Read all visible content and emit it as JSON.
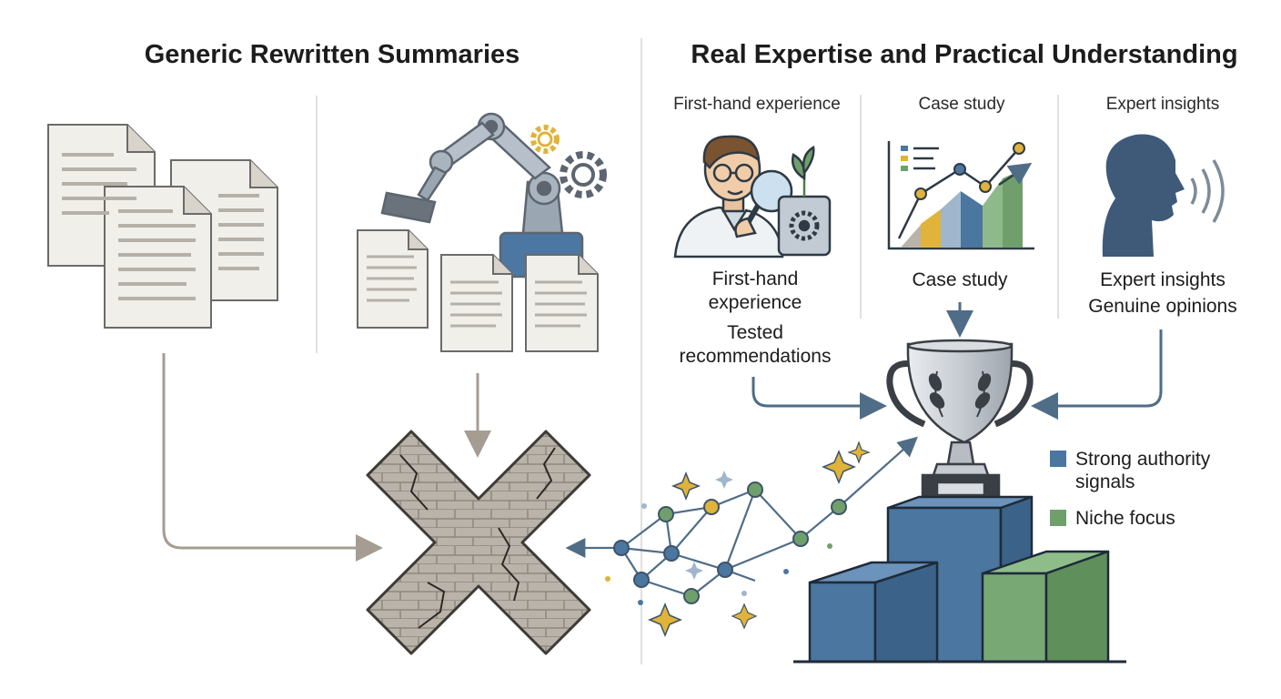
{
  "left": {
    "title": "Generic Rewritten Summaries"
  },
  "right": {
    "title": "Real Expertise and Practical Understanding",
    "columns": [
      {
        "header": "First-hand experience",
        "caption_1": "First-hand experience",
        "caption_2": "Tested recommendations"
      },
      {
        "header": "Case study",
        "caption_1": "Case study"
      },
      {
        "header": "Expert insights",
        "caption_1": "Expert insights",
        "caption_2": "Genuine opinions"
      }
    ]
  },
  "legend": [
    {
      "label": "Strong authority signals",
      "color": "#4a76a0"
    },
    {
      "label": "Niche focus",
      "color": "#6fa06c"
    }
  ],
  "icons": [
    "document-stack-icon",
    "robot-arm-icon",
    "gear-icon",
    "broken-brick-x-icon",
    "expert-with-magnifier-icon",
    "growth-chart-icon",
    "speaking-head-icon",
    "trophy-icon",
    "podium-icon",
    "network-graph-icon",
    "sparkle-icon"
  ],
  "colors": {
    "blue": "#4a76a0",
    "green": "#6fa06c",
    "gold": "#e0b33a",
    "stone": "#b8b2a8",
    "arrow_brown": "#a59d92",
    "arrow_blue": "#4f6d87"
  }
}
